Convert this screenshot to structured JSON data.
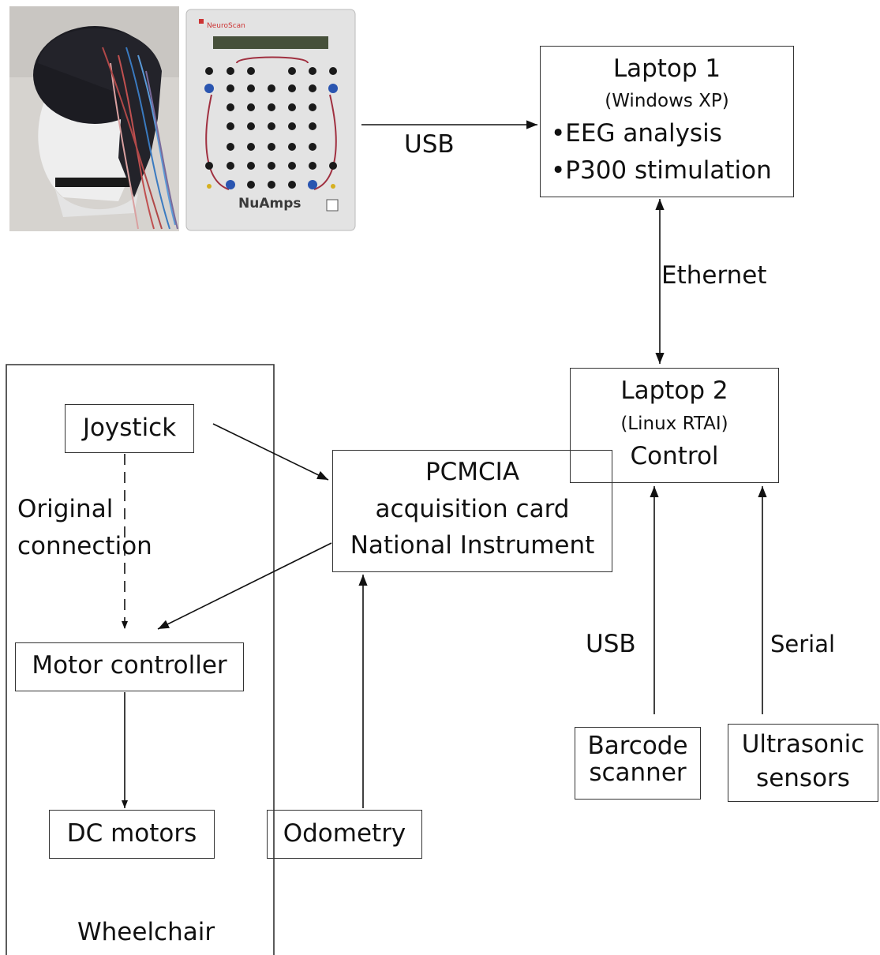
{
  "photo": {
    "amp_brand": "NeuroScan",
    "amp_model": "NuAmps"
  },
  "laptop1": {
    "title": "Laptop 1",
    "os": "(Windows XP)",
    "task1": "•EEG analysis",
    "task2": "•P300 stimulation"
  },
  "laptop2": {
    "title": "Laptop 2",
    "os": "(Linux RTAI)",
    "task": "Control"
  },
  "pcmcia": {
    "line1": "PCMCIA",
    "line2": "acquisition card",
    "line3": "National Instrument"
  },
  "wheelchair": {
    "label": "Wheelchair",
    "joystick": "Joystick",
    "original_line1": "Original",
    "original_line2": "connection",
    "motor_controller": "Motor controller",
    "dc_motors": "DC motors"
  },
  "odometry": "Odometry",
  "barcode": {
    "line1": "Barcode",
    "line2": "scanner"
  },
  "ultrasonic": {
    "line1": "Ultrasonic",
    "line2": "sensors"
  },
  "links": {
    "usb_top": "USB",
    "ethernet": "Ethernet",
    "usb_bottom": "USB",
    "serial": "Serial"
  }
}
